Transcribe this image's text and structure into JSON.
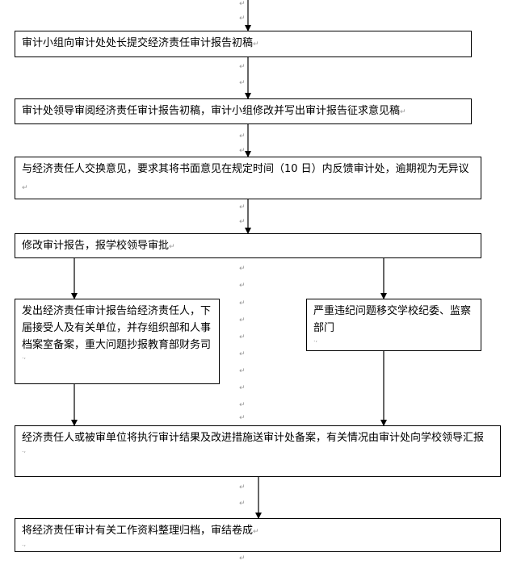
{
  "flowchart": {
    "steps": [
      "审计小组向审计处处长提交经济责任审计报告初稿",
      "审计处领导审阅经济责任审计报告初稿，审计小组修改并写出审计报告征求意见稿",
      "与经济责任人交换意见，要求其将书面意见在规定时间（10 日）内反馈审计处，逾期视为无异议",
      "修改审计报告，报学校领导审批",
      "发出经济责任审计报告给经济责任人，下届接受人及有关单位，并存组织部和人事档案室备案，重大问题抄报教育部财务司",
      "严重违纪问题移交学校纪委、监察部门",
      "经济责任人或被审单位将执行审计结果及改进措施送审计处备案，有关情况由审计处向学校领导汇报",
      "将经济责任审计有关工作资料整理归档，审结卷成"
    ],
    "paragraph_mark": "↵",
    "tail_mark": ".,"
  },
  "colors": {
    "line": "#000000",
    "mark": "#9a9a9a"
  }
}
